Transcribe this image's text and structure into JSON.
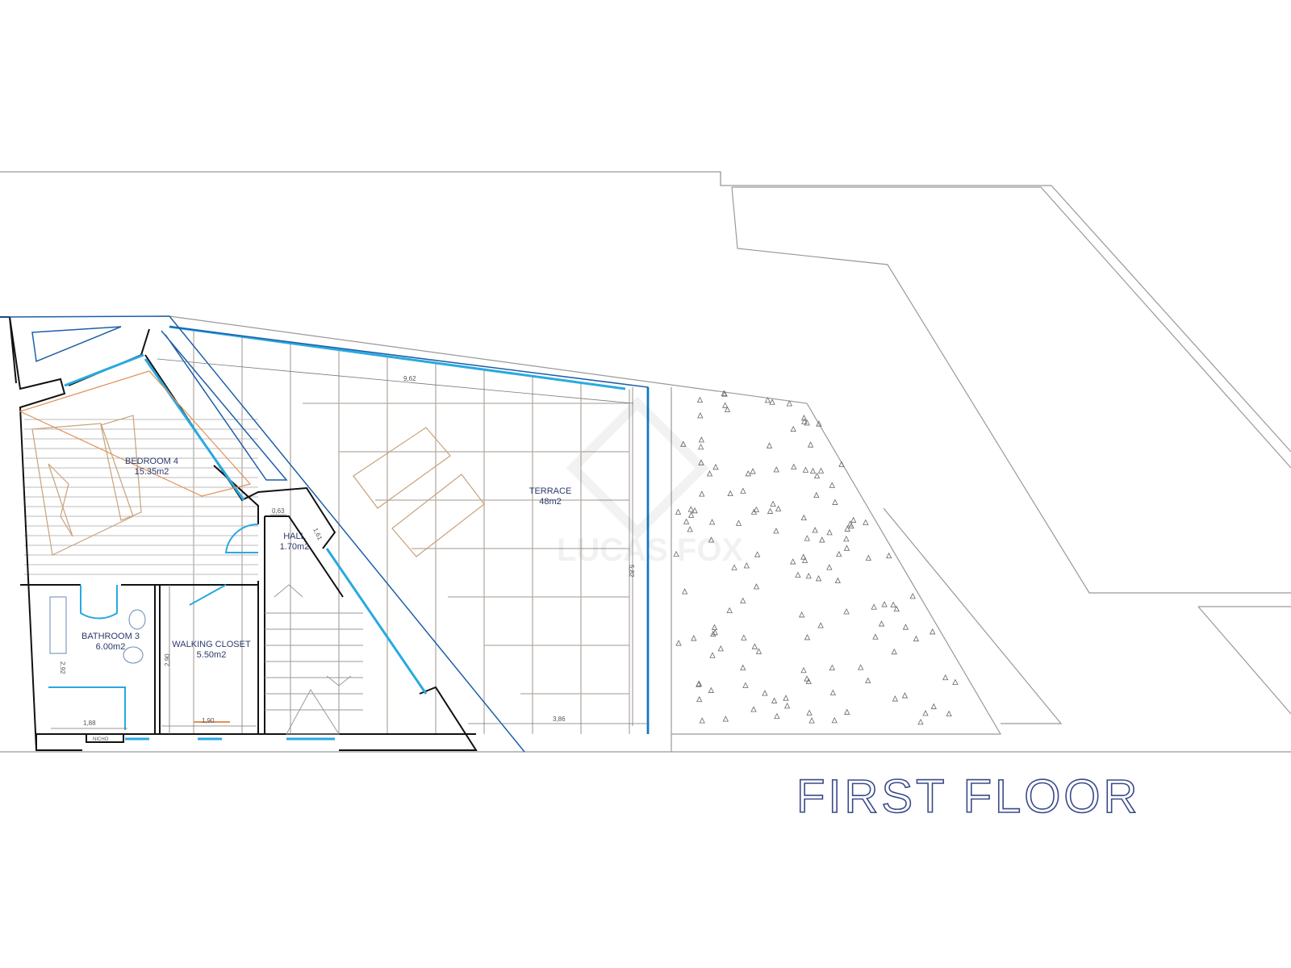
{
  "plan": {
    "title": "FIRST FLOOR",
    "rooms": [
      {
        "name": "BEDROOM 4",
        "area": "15.35m2"
      },
      {
        "name": "HALL",
        "area": "1.70m2"
      },
      {
        "name": "BATHROOM 3",
        "area": "6.00m2"
      },
      {
        "name": "WALKING CLOSET",
        "area": "5.50m2"
      },
      {
        "name": "TERRACE",
        "area": "48m2"
      }
    ],
    "dimensions": [
      "9,62",
      "3,86",
      "0,63",
      "1,61",
      "2,90",
      "1,90",
      "1,88",
      "2,92",
      "5,82"
    ],
    "labels": {
      "niche": "NICHO"
    },
    "watermark": "LUCAS FOX",
    "colors": {
      "wall": "#111111",
      "glass": "#29a9e0",
      "outline": "#1e5fa8",
      "tile": "#b5aca4",
      "furniture": "#c8a27a",
      "bed_outline": "#e0905a"
    }
  }
}
